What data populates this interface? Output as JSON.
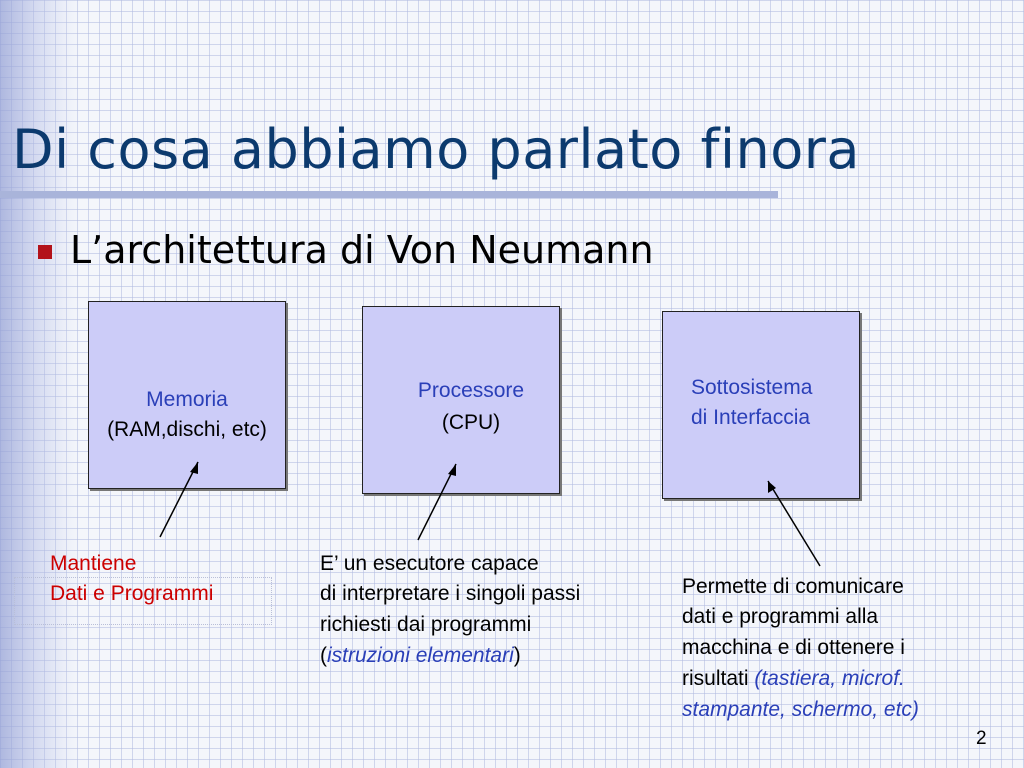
{
  "title": "Di cosa abbiamo parlato finora",
  "bullet": "L’architettura di Von Neumann",
  "boxes": {
    "memoria": {
      "line1": "Memoria",
      "line2": "(RAM,dischi, etc)"
    },
    "processore": {
      "line1": "Processore",
      "line2": "(CPU)"
    },
    "interfaccia": {
      "line1": "Sottosistema",
      "line2": "di Interfaccia"
    }
  },
  "annotations": {
    "memoria": {
      "line1": "Mantiene",
      "line2": "Dati e Programmi"
    },
    "processore": {
      "line1": "E’ un esecutore capace",
      "line2": "di interpretare i singoli passi",
      "line3": "richiesti dai programmi",
      "line4_open": "(",
      "line4_italic": "istruzioni elementari",
      "line4_close": ")"
    },
    "interfaccia": {
      "line1": "Permette di comunicare",
      "line2": "dati e programmi alla",
      "line3": "macchina e di ottenere i",
      "line4_plain": "risultati ",
      "line4_italic": "(tastiera, microf.",
      "line5_italic": "stampante, schermo, etc)"
    }
  },
  "page_number": "2",
  "colors": {
    "title": "#0c3a6e",
    "bullet": "#b3121a",
    "box_fill": "#ccccf8",
    "box_text": "#2a3fb8",
    "annotation_red": "#cc0000"
  }
}
